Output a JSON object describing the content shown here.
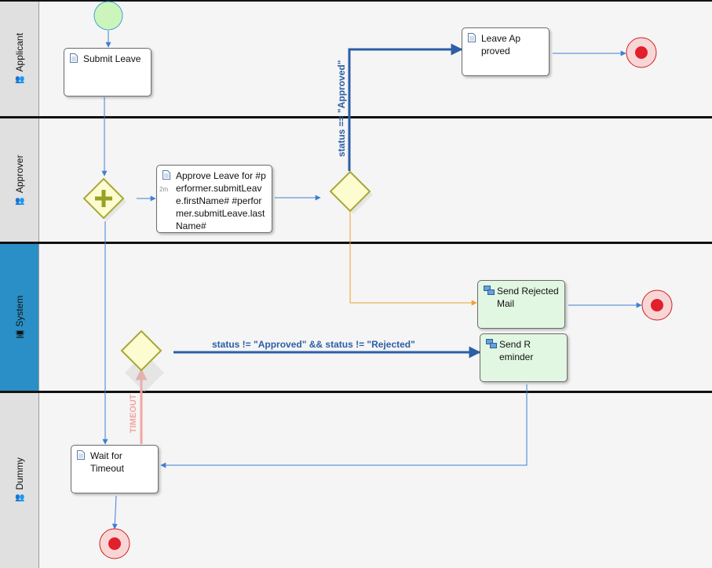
{
  "lanes": [
    {
      "name": "Applicant"
    },
    {
      "name": "Approver"
    },
    {
      "name": "System"
    },
    {
      "name": "Dummy"
    }
  ],
  "tasks": {
    "submit_leave": "Submit Leave",
    "approve_leave": "Approve Leave for #performer.submitLeave.firstName# #performer.submitLeave.lastName#",
    "approve_timer": "2m",
    "leave_approved": "Leave Approved",
    "send_rejected_mail": "Send Rejected Mail",
    "send_reminder": "Send Reminder",
    "wait_for_timeout": "Wait for Timeout"
  },
  "edge_labels": {
    "approved": "status == \"Approved\"",
    "not_approved_not_rejected": "status != \"Approved\" && status != \"Rejected\"",
    "timeout": "TIMEOUT"
  },
  "colors": {
    "flow": "#3f7fd3",
    "condition_flow": "#2b5fa6",
    "reject_flow": "#f0a030",
    "timeout_flow": "#f4a5a0",
    "start_event": "#ccf5bb",
    "end_event": "#e0202a",
    "gateway": "#fdfbd0",
    "system_header": "#2a8fc6"
  }
}
